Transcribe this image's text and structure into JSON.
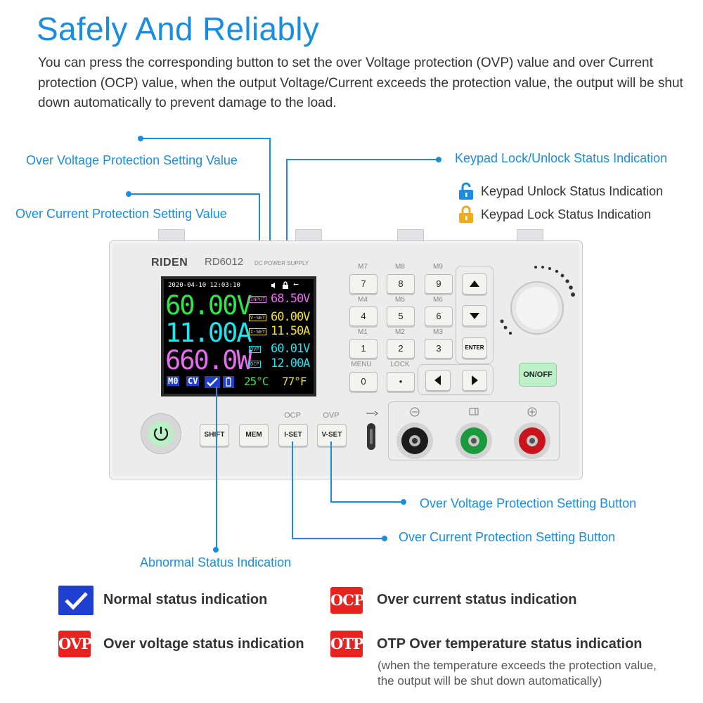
{
  "header": {
    "title": "Safely And Reliably",
    "description": "You can press the corresponding button to set the over Voltage protection (OVP) value and over Current protection (OCP) value, when the output Voltage/Current exceeds the protection value, the output will be shut down automatically to prevent damage to the load."
  },
  "callouts": {
    "ovp_value": "Over Voltage Protection Setting Value",
    "ocp_value": "Over Current Protection Setting Value",
    "keypad_lock": "Keypad Lock/Unlock Status Indication",
    "unlock_status": "Keypad Unlock Status Indication",
    "lock_status": "Keypad Lock Status Indication",
    "ovp_button": "Over Voltage Protection Setting Button",
    "ocp_button": "Over Current Protection Setting Button",
    "abnormal_status": "Abnormal Status Indication"
  },
  "device": {
    "brand": "RIDEN",
    "model": "RD6012",
    "subtitle": "DC POWER SUPPLY",
    "screen": {
      "datetime": "2020-04-10 12:03:10",
      "voltage": "60.00V",
      "current": "11.00A",
      "power": "660.0W",
      "input_label": "INPUT",
      "input_value": "68.50V",
      "vset_label": "V-SET",
      "vset_value": "60.00V",
      "iset_label": "I-SET",
      "iset_value": "11.50A",
      "ovp_label": "OVP",
      "ovp_value": "60.01V",
      "ocp_label": "OCP",
      "ocp_value": "12.00A",
      "mode": "M0",
      "cv": "CV",
      "temp_c": "25°C",
      "temp_f": "77°F"
    },
    "keys": [
      {
        "label": "M7",
        "value": "7"
      },
      {
        "label": "M8",
        "value": "8"
      },
      {
        "label": "M9",
        "value": "9"
      },
      {
        "label": "M4",
        "value": "4"
      },
      {
        "label": "M5",
        "value": "5"
      },
      {
        "label": "M6",
        "value": "6"
      },
      {
        "label": "M1",
        "value": "1"
      },
      {
        "label": "M2",
        "value": "2"
      },
      {
        "label": "M3",
        "value": "3"
      },
      {
        "label": "MENU",
        "value": "0"
      },
      {
        "label": "LOCK",
        "value": "•"
      }
    ],
    "enter": "ENTER",
    "onoff": "ON/OFF",
    "shift": "SHIFT",
    "mem": "MEM",
    "iset": "I-SET",
    "vset": "V-SET",
    "ocp_top": "OCP",
    "ovp_top": "OVP"
  },
  "legend": {
    "normal": "Normal status indication",
    "ocp": "Over current status indication",
    "ovp": "Over voltage status indication",
    "otp": "OTP Over temperature status indication",
    "otp_note": "(when the temperature exceeds the protection value, the output will be shut down automatically)",
    "badge_ocp": "OCP",
    "badge_ovp": "OVP",
    "badge_otp": "OTP"
  },
  "colors": {
    "accent": "#1a8de0",
    "badge_red": "#e8231f",
    "badge_blue": "#1f3fd1"
  }
}
